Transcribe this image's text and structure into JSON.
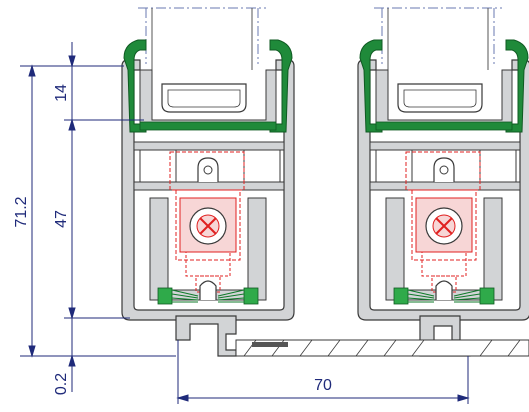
{
  "dimensions": {
    "overall_height": "71.2",
    "top_height": "14",
    "middle_height": "47",
    "bottom_offset": "0.2",
    "track_spacing": "70"
  },
  "colors": {
    "dimension_line": "#1f2a7a",
    "profile_fill": "#d2d4d6",
    "profile_stroke": "#3a3a3a",
    "gasket": "#1f8a3a",
    "hidden_detail": "#e02020",
    "brush_seal": "#2faa4a",
    "glass_outline": "#6a7ab0"
  }
}
